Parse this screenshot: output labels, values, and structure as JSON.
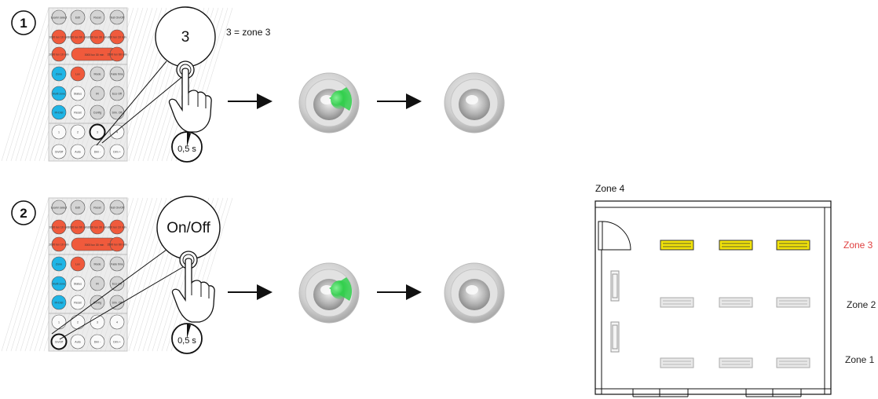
{
  "steps": [
    {
      "number": "1",
      "zoom_label": "3",
      "caption": "3 = zone 3",
      "timer_label": "0,5 s",
      "highlight_key": "3"
    },
    {
      "number": "2",
      "zoom_label": "On/Off",
      "caption": "",
      "timer_label": "0,5 s",
      "highlight_key": "On/Off"
    }
  ],
  "remote": {
    "rows": [
      [
        "Learn/ select",
        "Edit",
        "Reset",
        "Test On/Off"
      ],
      [
        "1000 lux 10 min",
        "1000 lux 60 min",
        "1000 lux 30 min",
        "800 lux 10 min"
      ],
      [
        "3000 lux 10 min",
        "3000 lux 30 min",
        "",
        "1500 lux 60 min"
      ],
      [
        "Zone",
        "Lux",
        "Mode",
        "Fade time"
      ],
      [
        "Multi zone",
        "Status",
        "IR",
        "Eco Off"
      ],
      [
        "IR-Dist",
        "Reset",
        "Config",
        "Sim. Off"
      ],
      [
        "1",
        "2",
        "3",
        "4"
      ],
      [
        "On/Off",
        "Auto",
        "Dim -",
        "Dim +"
      ]
    ],
    "key_colors": {
      "grey": "#d4d4d4",
      "red": "#f05a3c",
      "cyan": "#1fb5e6"
    }
  },
  "floorplan": {
    "title": "Zone 4",
    "zones": [
      {
        "label": "Zone 3",
        "color": "#e04040",
        "active": true
      },
      {
        "label": "Zone 2",
        "color": "#222222",
        "active": false
      },
      {
        "label": "Zone 1",
        "color": "#222222",
        "active": false
      }
    ],
    "active_fixture_color": "#f2e30a",
    "inactive_fixture_color": "#e8e8e8"
  },
  "colors": {
    "sensor_led": "#2fcf4a",
    "arrow": "#111111"
  }
}
